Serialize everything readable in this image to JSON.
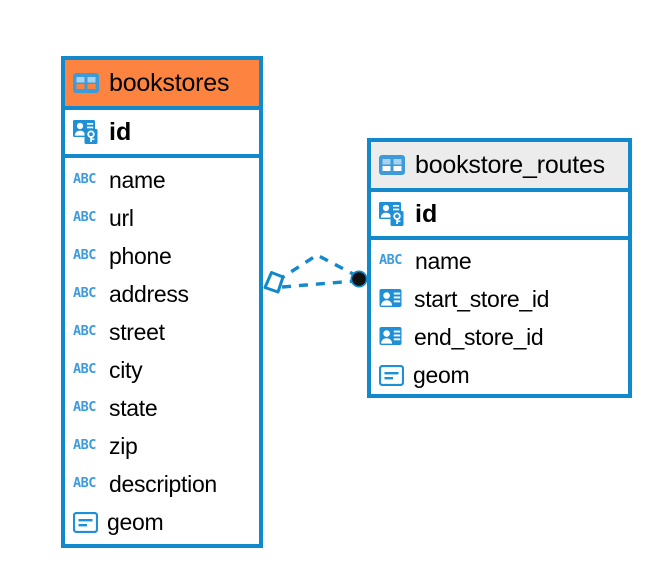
{
  "diagram": {
    "type": "entity-relationship-diagram",
    "background_color": "#ffffff",
    "border_color": "#1289ca",
    "accent_header_color": "#fd8440",
    "plain_header_color": "#ececec",
    "icon_color": "#3d9bdc",
    "relationship": {
      "from_table": "bookstores",
      "from_column": "id",
      "to_table": "bookstore_routes",
      "to_column": "start_store_id",
      "line_style": "dashed",
      "line_color": "#1289ca",
      "source_marker": "diamond",
      "target_marker": "filled-circle",
      "target_marker_color": "#111111"
    },
    "entities": [
      {
        "name": "bookstores",
        "header_style": "accent",
        "table_icon": "table-icon",
        "primary_key": {
          "label": "id",
          "icon": "primary-key-icon"
        },
        "columns": [
          {
            "label": "name",
            "icon": "text-column-icon",
            "icon_text": "ABC"
          },
          {
            "label": "url",
            "icon": "text-column-icon",
            "icon_text": "ABC"
          },
          {
            "label": "phone",
            "icon": "text-column-icon",
            "icon_text": "ABC"
          },
          {
            "label": "address",
            "icon": "text-column-icon",
            "icon_text": "ABC"
          },
          {
            "label": "street",
            "icon": "text-column-icon",
            "icon_text": "ABC"
          },
          {
            "label": "city",
            "icon": "text-column-icon",
            "icon_text": "ABC"
          },
          {
            "label": "state",
            "icon": "text-column-icon",
            "icon_text": "ABC"
          },
          {
            "label": "zip",
            "icon": "text-column-icon",
            "icon_text": "ABC"
          },
          {
            "label": "description",
            "icon": "text-column-icon",
            "icon_text": "ABC"
          },
          {
            "label": "geom",
            "icon": "geometry-column-icon"
          }
        ]
      },
      {
        "name": "bookstore_routes",
        "header_style": "plain",
        "table_icon": "table-icon",
        "primary_key": {
          "label": "id",
          "icon": "primary-key-icon"
        },
        "columns": [
          {
            "label": "name",
            "icon": "text-column-icon",
            "icon_text": "ABC"
          },
          {
            "label": "start_store_id",
            "icon": "foreign-key-icon"
          },
          {
            "label": "end_store_id",
            "icon": "foreign-key-icon"
          },
          {
            "label": "geom",
            "icon": "geometry-column-icon"
          }
        ]
      }
    ]
  }
}
